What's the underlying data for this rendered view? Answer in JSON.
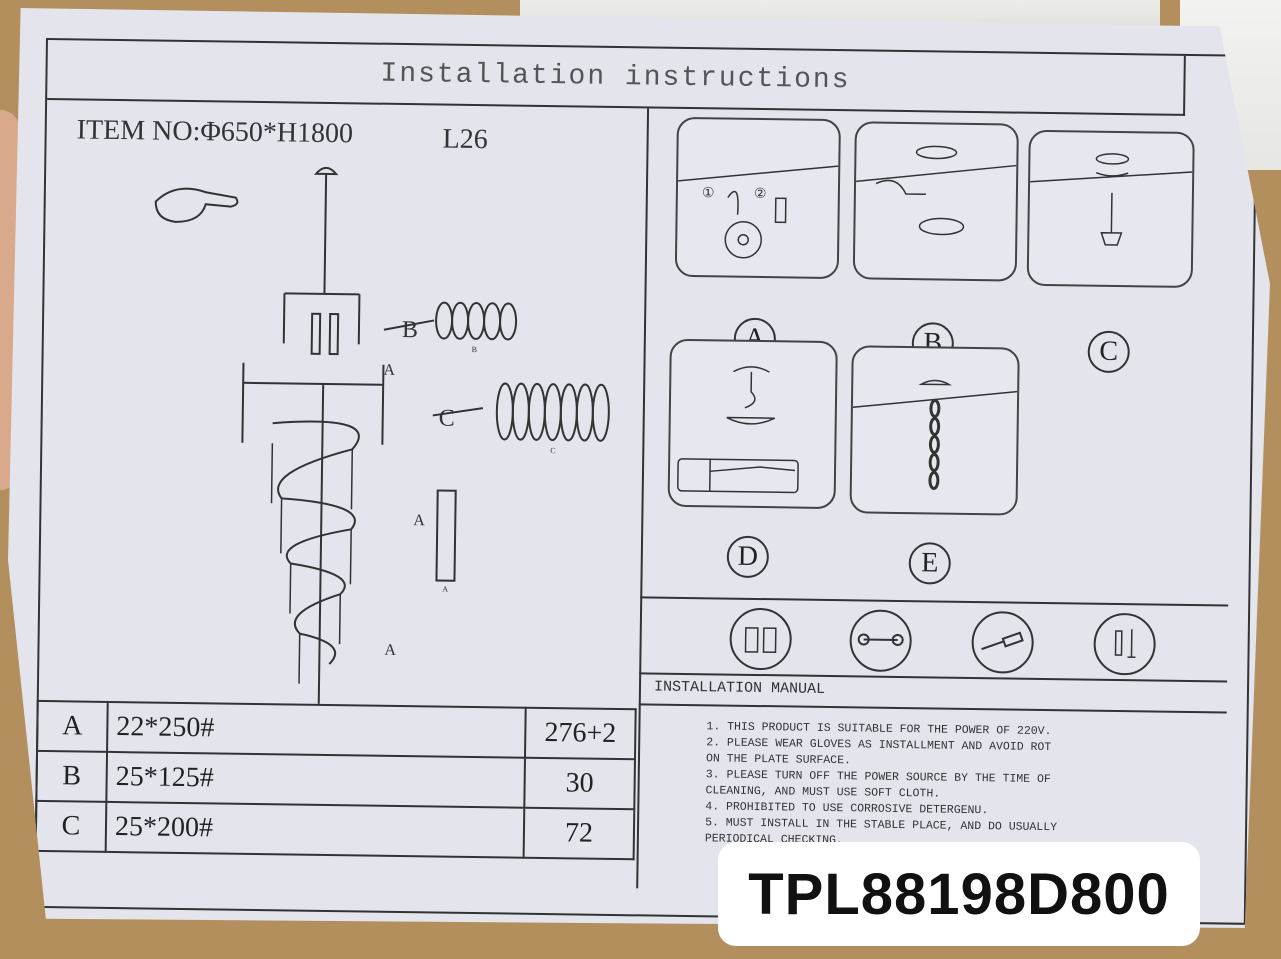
{
  "document": {
    "title": "Installation instructions",
    "item_no": "ITEM NO:Φ650*H1800",
    "model": "L26",
    "diagram_labels": {
      "b": "B",
      "c": "C",
      "a1": "A",
      "a2": "A",
      "a3": "A",
      "a4": "A",
      "b_small": "B",
      "c_small": "C",
      "a_small": "A"
    },
    "spec_table": [
      {
        "code": "A",
        "size": "22*250#",
        "qty": "276+2"
      },
      {
        "code": "B",
        "size": "25*125#",
        "qty": "30"
      },
      {
        "code": "C",
        "size": "25*200#",
        "qty": "72"
      }
    ],
    "steps": [
      "A",
      "B",
      "C",
      "D",
      "E"
    ],
    "step_a_markers": [
      "①",
      "②"
    ],
    "tools": [
      "gloves-icon",
      "wrench-icon",
      "screwdriver-icon",
      "anchor-screw-icon"
    ],
    "manual_title": "INSTALLATION MANUAL",
    "manual_items": [
      "1. THIS PRODUCT IS SUITABLE FOR THE POWER OF 220V.",
      "2. PLEASE WEAR GLOVES AS INSTALLMENT AND AVOID ROT ON THE PLATE SURFACE.",
      "3. PLEASE TURN OFF THE POWER SOURCE BY THE TIME OF CLEANING, AND MUST USE SOFT CLOTH.",
      "4. PROHIBITED TO USE CORROSIVE DETERGENU.",
      "5. MUST INSTALL IN THE STABLE PLACE, AND DO USUALLY PERIODICAL CHECKING."
    ]
  },
  "overlay": {
    "product_code": "TPL88198D800"
  }
}
